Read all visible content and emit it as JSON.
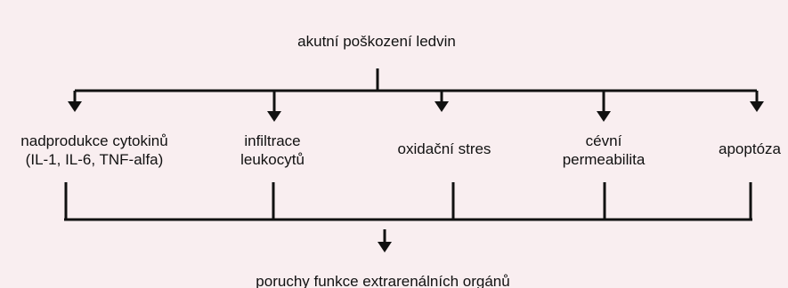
{
  "diagram": {
    "top": "akutní poškození ledvin",
    "causes": [
      "nadprodukce cytokinů\n(IL-1, IL-6, TNF-alfa)",
      "infiltrace\nleukocytů",
      "oxidační stres",
      "cévní\npermeabilita",
      "apoptóza"
    ],
    "bottom": "poruchy funkce extrarenálních orgánů"
  },
  "colors": {
    "background": "#f9eef0",
    "line": "#111111",
    "text": "#111111"
  }
}
